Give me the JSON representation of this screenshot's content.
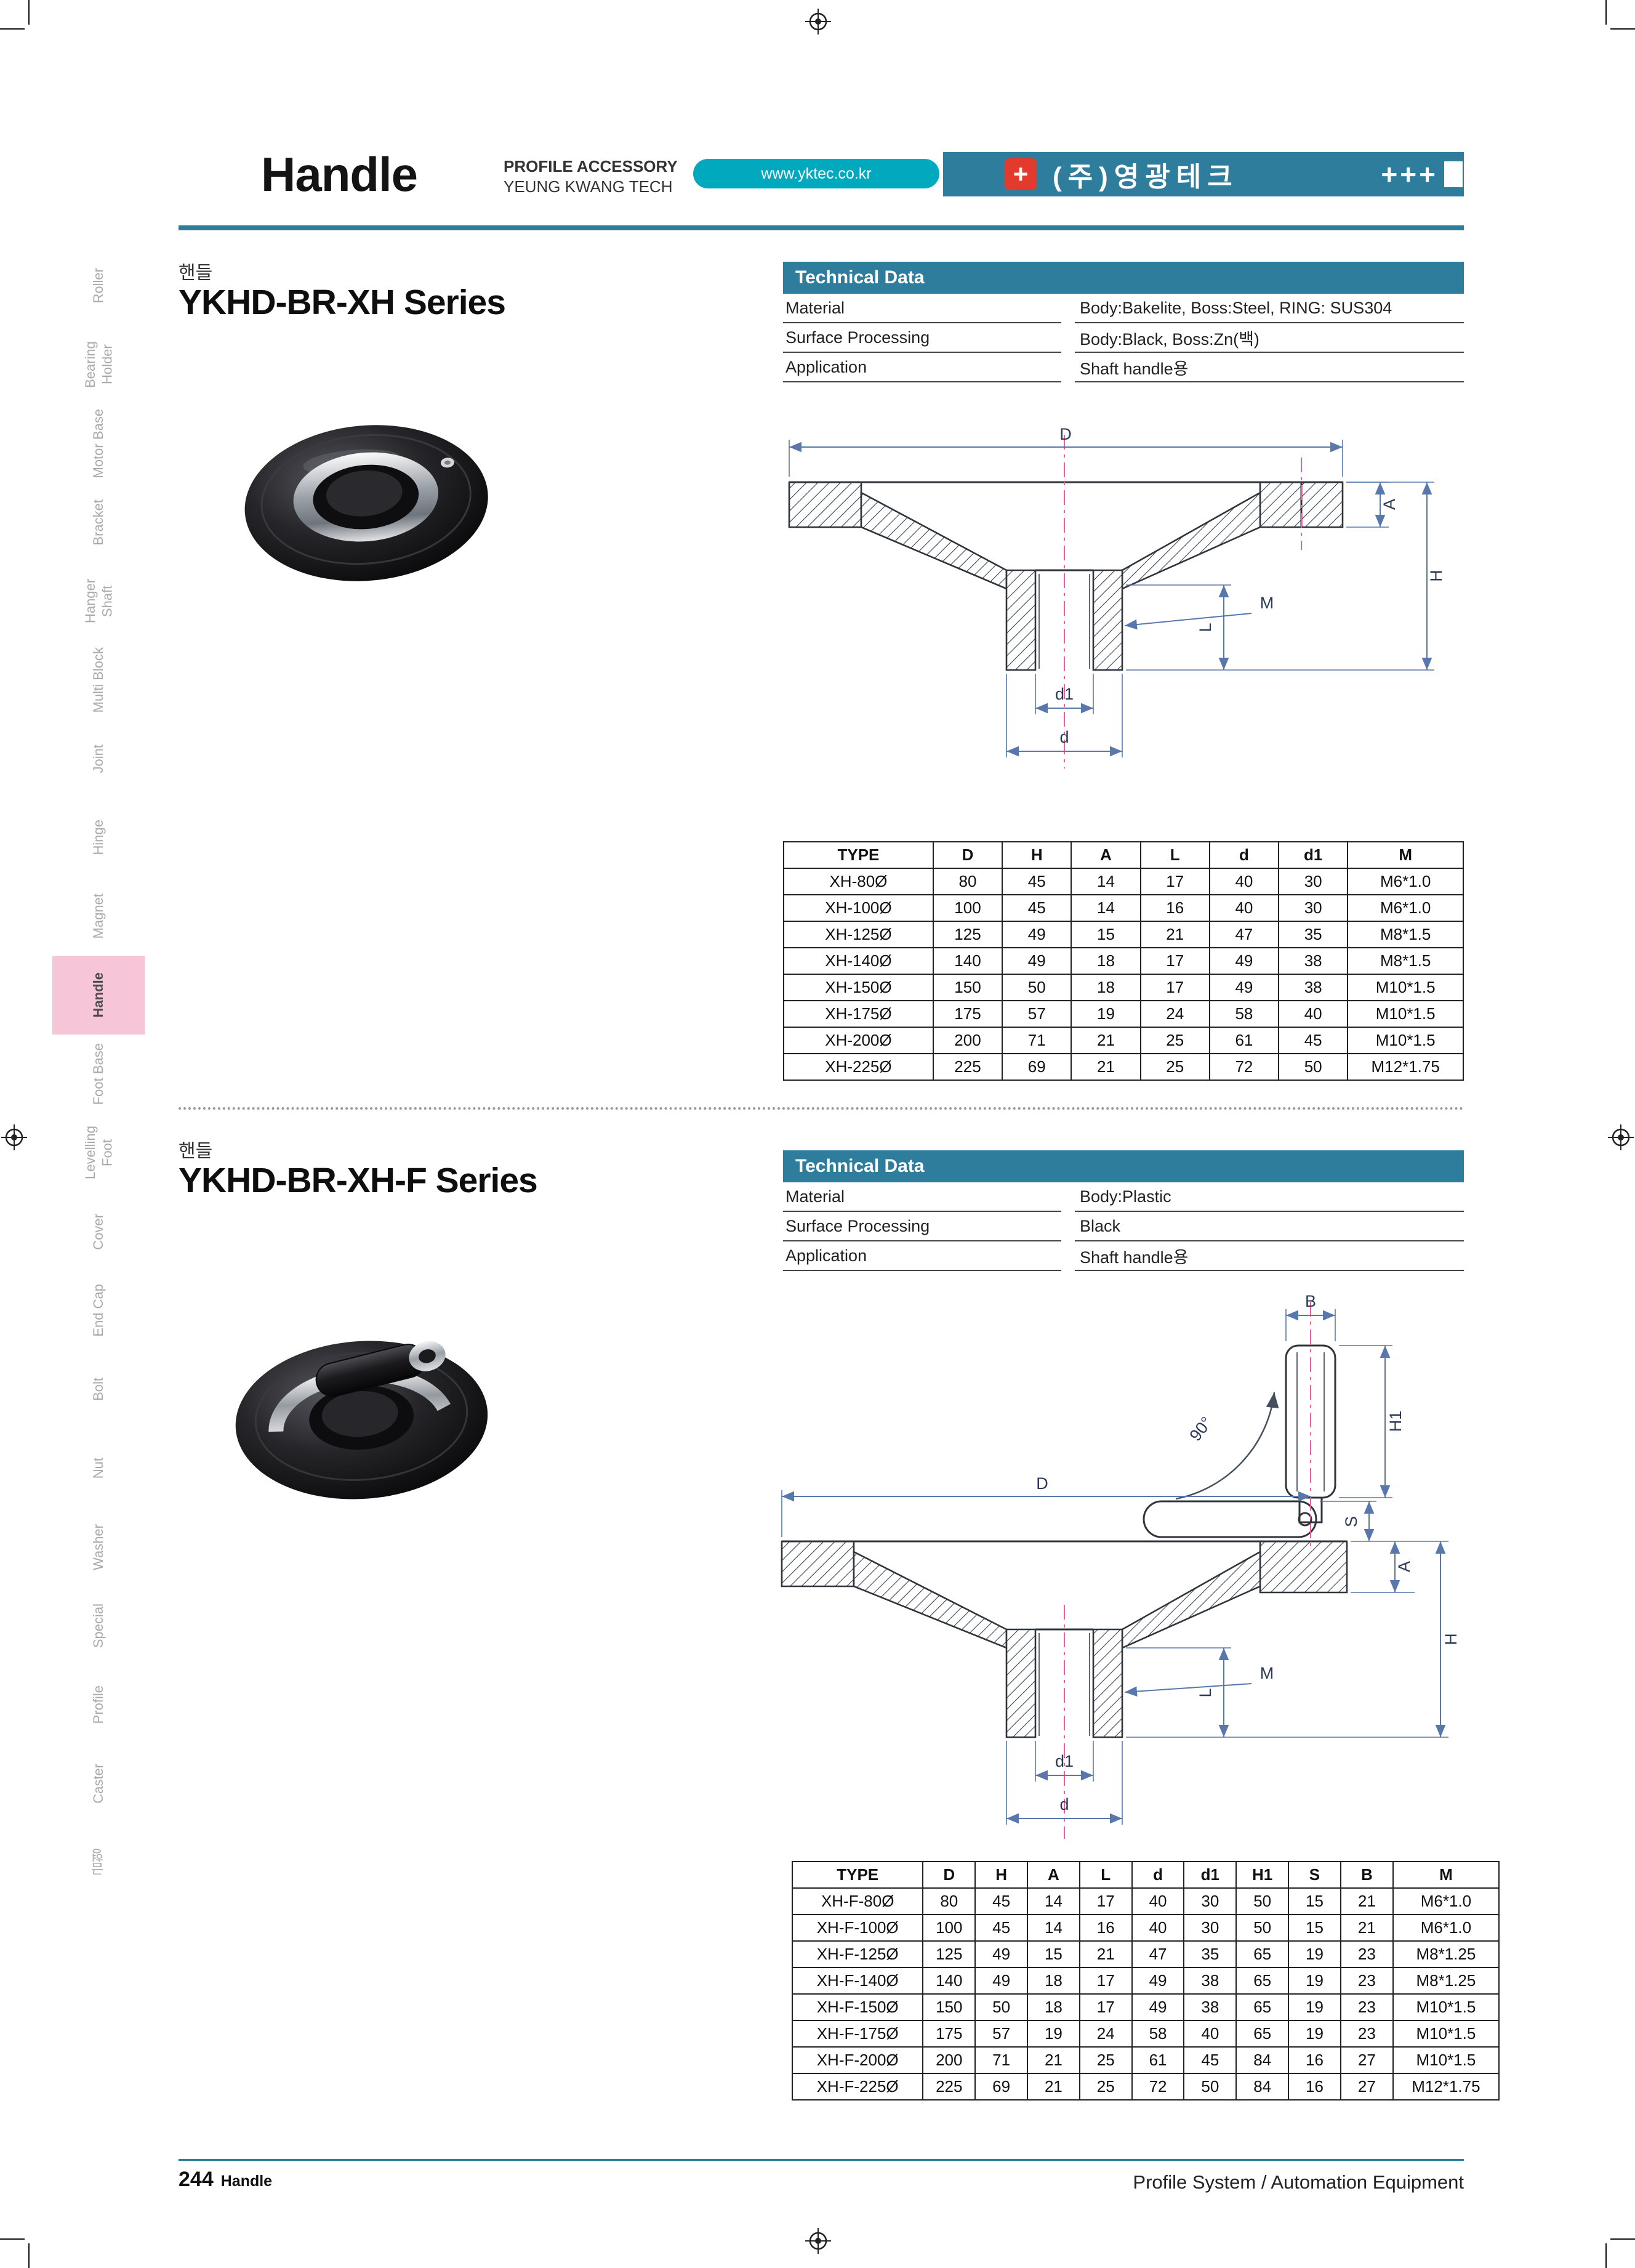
{
  "header": {
    "title": "Handle",
    "category_line1": "PROFILE ACCESSORY",
    "category_line2": "YEUNG KWANG TECH",
    "website": "www.yktec.co.kr",
    "logo_plus_icon": "+",
    "logo_text": "(주)영광테크",
    "logo_plus": "+++"
  },
  "sidebar": {
    "items": [
      {
        "label": "Roller",
        "active": false
      },
      {
        "label": "Bearing Holder",
        "active": false
      },
      {
        "label": "Motor Base",
        "active": false
      },
      {
        "label": "Bracket",
        "active": false
      },
      {
        "label": "Hanger Shaft",
        "active": false
      },
      {
        "label": "Multi Block",
        "active": false
      },
      {
        "label": "Joint",
        "active": false
      },
      {
        "label": "Hinge",
        "active": false
      },
      {
        "label": "Magnet",
        "active": false
      },
      {
        "label": "Handle",
        "active": true
      },
      {
        "label": "Foot Base",
        "active": false
      },
      {
        "label": "Levelling Foot",
        "active": false
      },
      {
        "label": "Cover",
        "active": false
      },
      {
        "label": "End Cap",
        "active": false
      },
      {
        "label": "Bolt",
        "active": false
      },
      {
        "label": "Nut",
        "active": false
      },
      {
        "label": "Washer",
        "active": false
      },
      {
        "label": "Special",
        "active": false
      },
      {
        "label": "Profile",
        "active": false
      },
      {
        "label": "Caster",
        "active": false
      },
      {
        "label": "금형",
        "active": false
      }
    ]
  },
  "section1": {
    "korean_title": "핸들",
    "series_title": "YKHD-BR-XH Series",
    "tech_data_title": "Technical Data",
    "specs": [
      {
        "label": "Material",
        "value": "Body:Bakelite, Boss:Steel, RING: SUS304"
      },
      {
        "label": "Surface Processing",
        "value": "Body:Black, Boss:Zn(백)"
      },
      {
        "label": "Application",
        "value": "Shaft handle용"
      }
    ],
    "drawing": {
      "D": "D",
      "A": "A",
      "H": "H",
      "M": "M",
      "L": "L",
      "d1": "d1",
      "d": "d"
    },
    "table": {
      "headers": [
        "TYPE",
        "D",
        "H",
        "A",
        "L",
        "d",
        "d1",
        "M"
      ],
      "rows": [
        [
          "XH-80Ø",
          "80",
          "45",
          "14",
          "17",
          "40",
          "30",
          "M6*1.0"
        ],
        [
          "XH-100Ø",
          "100",
          "45",
          "14",
          "16",
          "40",
          "30",
          "M6*1.0"
        ],
        [
          "XH-125Ø",
          "125",
          "49",
          "15",
          "21",
          "47",
          "35",
          "M8*1.5"
        ],
        [
          "XH-140Ø",
          "140",
          "49",
          "18",
          "17",
          "49",
          "38",
          "M8*1.5"
        ],
        [
          "XH-150Ø",
          "150",
          "50",
          "18",
          "17",
          "49",
          "38",
          "M10*1.5"
        ],
        [
          "XH-175Ø",
          "175",
          "57",
          "19",
          "24",
          "58",
          "40",
          "M10*1.5"
        ],
        [
          "XH-200Ø",
          "200",
          "71",
          "21",
          "25",
          "61",
          "45",
          "M10*1.5"
        ],
        [
          "XH-225Ø",
          "225",
          "69",
          "21",
          "25",
          "72",
          "50",
          "M12*1.75"
        ]
      ]
    }
  },
  "section2": {
    "korean_title": "핸들",
    "series_title": "YKHD-BR-XH-F Series",
    "tech_data_title": "Technical Data",
    "specs": [
      {
        "label": "Material",
        "value": "Body:Plastic"
      },
      {
        "label": "Surface Processing",
        "value": "Black"
      },
      {
        "label": "Application",
        "value": "Shaft handle용"
      }
    ],
    "drawing": {
      "B": "B",
      "H1": "H1",
      "angle": "90°",
      "D": "D",
      "S": "S",
      "A": "A",
      "H": "H",
      "M": "M",
      "L": "L",
      "d1": "d1",
      "d": "d"
    },
    "table": {
      "headers": [
        "TYPE",
        "D",
        "H",
        "A",
        "L",
        "d",
        "d1",
        "H1",
        "S",
        "B",
        "M"
      ],
      "rows": [
        [
          "XH-F-80Ø",
          "80",
          "45",
          "14",
          "17",
          "40",
          "30",
          "50",
          "15",
          "21",
          "M6*1.0"
        ],
        [
          "XH-F-100Ø",
          "100",
          "45",
          "14",
          "16",
          "40",
          "30",
          "50",
          "15",
          "21",
          "M6*1.0"
        ],
        [
          "XH-F-125Ø",
          "125",
          "49",
          "15",
          "21",
          "47",
          "35",
          "65",
          "19",
          "23",
          "M8*1.25"
        ],
        [
          "XH-F-140Ø",
          "140",
          "49",
          "18",
          "17",
          "49",
          "38",
          "65",
          "19",
          "23",
          "M8*1.25"
        ],
        [
          "XH-F-150Ø",
          "150",
          "50",
          "18",
          "17",
          "49",
          "38",
          "65",
          "19",
          "23",
          "M10*1.5"
        ],
        [
          "XH-F-175Ø",
          "175",
          "57",
          "19",
          "24",
          "58",
          "40",
          "65",
          "19",
          "23",
          "M10*1.5"
        ],
        [
          "XH-F-200Ø",
          "200",
          "71",
          "21",
          "25",
          "61",
          "45",
          "84",
          "16",
          "27",
          "M10*1.5"
        ],
        [
          "XH-F-225Ø",
          "225",
          "69",
          "21",
          "25",
          "72",
          "50",
          "84",
          "16",
          "27",
          "M12*1.75"
        ]
      ]
    }
  },
  "page": {
    "number": "244",
    "number_label": "Handle",
    "footer_right": "Profile System / Automation Equipment"
  },
  "colors": {
    "teal_bar": "#2e7d9c",
    "cyan_pill": "#00a9bd",
    "logo_red": "#e23b2e",
    "active_pink": "#f6c6d8",
    "centerline_pink": "#ec5f9f",
    "dimension_blue": "#5878ad"
  }
}
